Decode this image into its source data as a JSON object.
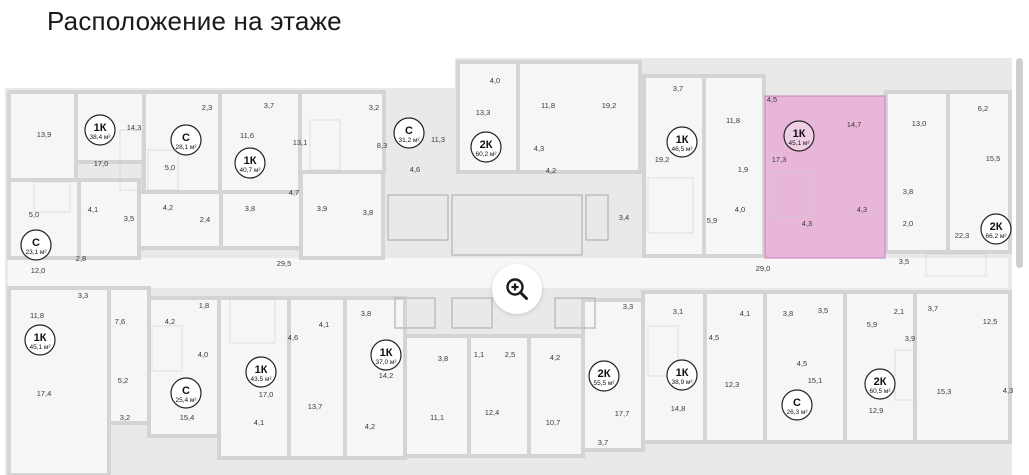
{
  "title": "Расположение на этаже",
  "colors": {
    "wall": "#d6d6d6",
    "floor": "#f4f4f4",
    "background": "#e9e9e9",
    "highlight": "#e8b6d8",
    "highlight_stroke": "#c77fb6",
    "badge_stroke": "#222222"
  },
  "icons": {
    "zoom": "zoom-in-icon"
  },
  "apartments": [
    {
      "id": "apt-1k-38-4",
      "type": "1К",
      "area": "38,4 м²"
    },
    {
      "id": "apt-c-28-1",
      "type": "С",
      "area": "28,1 м²"
    },
    {
      "id": "apt-1k-40-7",
      "type": "1К",
      "area": "40,7 м²"
    },
    {
      "id": "apt-c-31-2",
      "type": "С",
      "area": "31,2 м²"
    },
    {
      "id": "apt-2k-60-2",
      "type": "2К",
      "area": "60,2 м²"
    },
    {
      "id": "apt-1k-46-5",
      "type": "1К",
      "area": "46,5 м²"
    },
    {
      "id": "apt-1k-45-1-top",
      "type": "1К",
      "area": "45,1 м²",
      "highlighted": true
    },
    {
      "id": "apt-2k-66-2",
      "type": "2К",
      "area": "66,2 м²"
    },
    {
      "id": "apt-c-23-1",
      "type": "С",
      "area": "23,1 м²"
    },
    {
      "id": "apt-1k-45-1-bottom",
      "type": "1К",
      "area": "45,1 м²"
    },
    {
      "id": "apt-c-25-4",
      "type": "С",
      "area": "25,4 м²"
    },
    {
      "id": "apt-1k-43-5",
      "type": "1К",
      "area": "43,5 м²"
    },
    {
      "id": "apt-1k-37-0",
      "type": "1К",
      "area": "37,0 м²"
    },
    {
      "id": "apt-2k-55-5",
      "type": "2К",
      "area": "55,5 м²"
    },
    {
      "id": "apt-1k-38-9",
      "type": "1К",
      "area": "38,9 м²"
    },
    {
      "id": "apt-c-26-3",
      "type": "С",
      "area": "26,3 м²"
    },
    {
      "id": "apt-2k-60-5",
      "type": "2К",
      "area": "60,5 м²"
    }
  ],
  "room_labels": [
    "13,9",
    "17,0",
    "14,3",
    "2,3",
    "5,0",
    "3,7",
    "11,6",
    "13,1",
    "4,7",
    "3,2",
    "8,3",
    "11,3",
    "4,6",
    "4,0",
    "13,3",
    "11,8",
    "19,2",
    "4,3",
    "4,2",
    "3,7",
    "19,2",
    "11,8",
    "1,9",
    "4,0",
    "4,5",
    "14,7",
    "17,3",
    "4,3",
    "4,3",
    "13,0",
    "6,2",
    "15,5",
    "3,8",
    "2,0",
    "22,3",
    "5,0",
    "4,1",
    "3,5",
    "4,2",
    "2,4",
    "3,8",
    "3,9",
    "3,8",
    "12,0",
    "2,8",
    "29,5",
    "3,4",
    "5,9",
    "29,0",
    "3,5",
    "3,3",
    "7,6",
    "4,2",
    "1,8",
    "4,0",
    "4,6",
    "4,1",
    "3,8",
    "3,3",
    "3,1",
    "4,1",
    "3,8",
    "3,5",
    "5,9",
    "2,1",
    "3,7",
    "12,5",
    "5,2",
    "3,8",
    "1,1",
    "2,5",
    "4,2",
    "4,5",
    "3,9",
    "11,8",
    "17,4",
    "17,0",
    "14,2",
    "12,4",
    "12,3",
    "15,1",
    "4,5",
    "15,3",
    "4,3",
    "3,2",
    "15,4",
    "4,1",
    "13,7",
    "4,2",
    "11,1",
    "10,7",
    "17,7",
    "14,8",
    "12,9",
    "3,7"
  ]
}
